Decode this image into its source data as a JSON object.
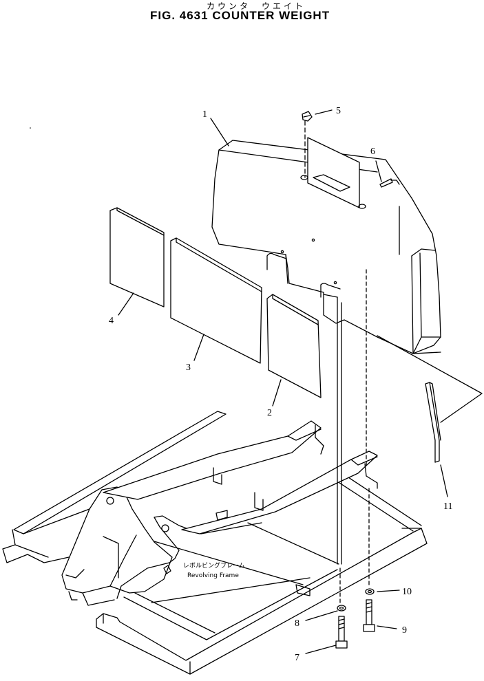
{
  "header": {
    "title_jp": "カウンタ　ウエイト",
    "title": "FIG. 4631  COUNTER WEIGHT"
  },
  "frame_label": {
    "jp": "レボルビングフレーム",
    "en": "Revolving Frame"
  },
  "parts": [
    {
      "num": "1"
    },
    {
      "num": "2"
    },
    {
      "num": "3"
    },
    {
      "num": "4"
    },
    {
      "num": "5"
    },
    {
      "num": "6"
    },
    {
      "num": "7"
    },
    {
      "num": "8"
    },
    {
      "num": "9"
    },
    {
      "num": "10"
    },
    {
      "num": "11"
    }
  ]
}
